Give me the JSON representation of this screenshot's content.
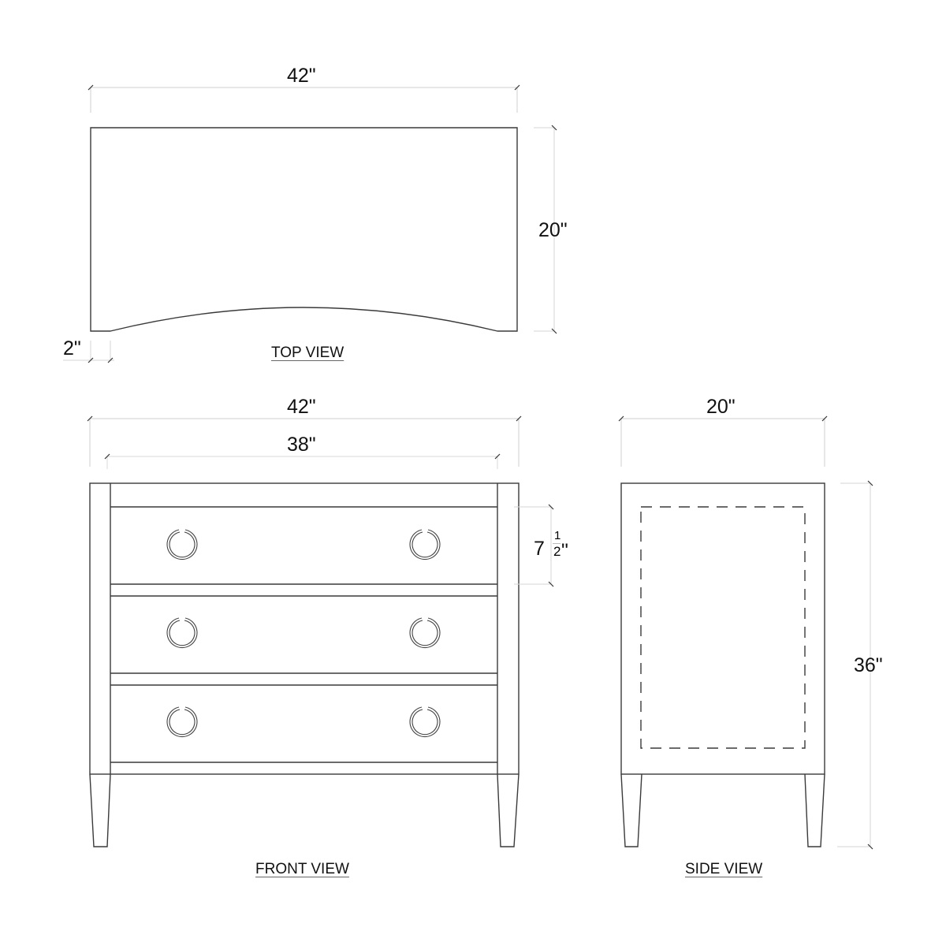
{
  "drawing": {
    "top_view": {
      "label": "TOP VIEW",
      "width_dim": "42\"",
      "depth_dim": "20\"",
      "curve_inset_dim": "2\""
    },
    "front_view": {
      "label": "FRONT VIEW",
      "overall_width_dim": "42\"",
      "inner_width_dim": "38\"",
      "drawer_height_whole": "7",
      "drawer_height_frac_num": "1",
      "drawer_height_frac_den": "2",
      "drawer_height_inch": "\"",
      "drawer_count": 3,
      "pulls_per_drawer": 2,
      "pull_style": "ring-pull"
    },
    "side_view": {
      "label": "SIDE VIEW",
      "depth_dim": "20\"",
      "height_dim": "36\""
    }
  },
  "colors": {
    "line": "#3a3a3a",
    "dim_line": "#c8c8c8",
    "text": "#111111"
  }
}
